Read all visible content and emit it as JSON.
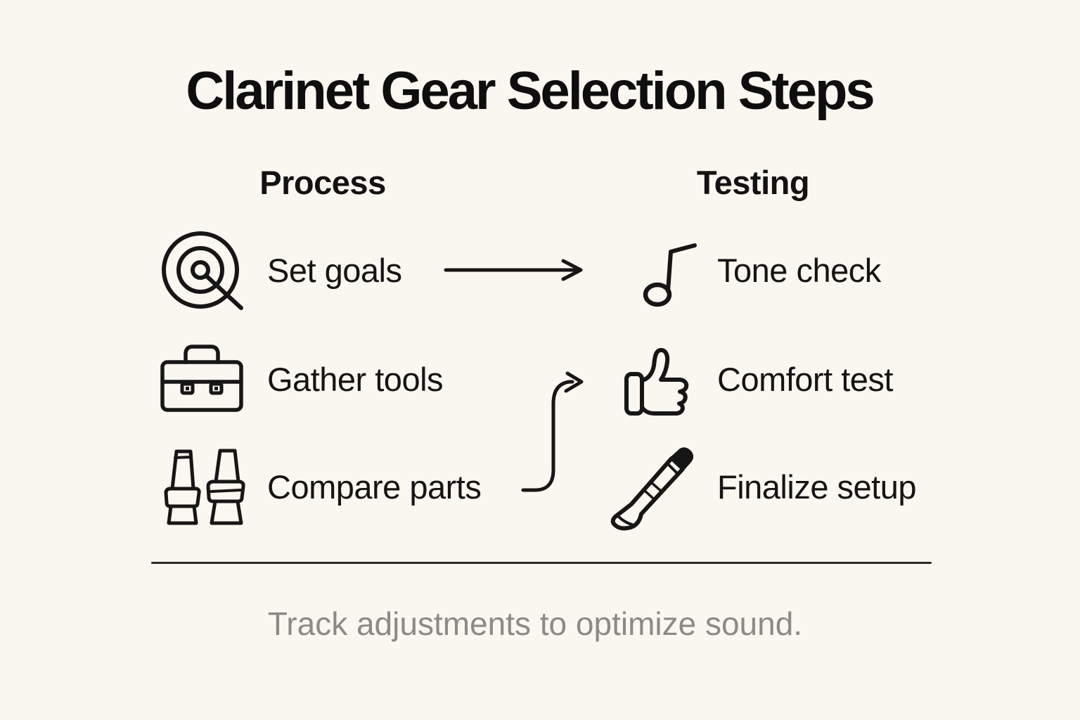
{
  "title": "Clarinet Gear Selection Steps",
  "process": {
    "header": "Process",
    "items": [
      {
        "icon": "target-icon",
        "label": "Set goals"
      },
      {
        "icon": "toolbox-icon",
        "label": "Gather tools"
      },
      {
        "icon": "clarinet-parts-icon",
        "label": "Compare parts"
      }
    ]
  },
  "testing": {
    "header": "Testing",
    "items": [
      {
        "icon": "music-note-icon",
        "label": "Tone check"
      },
      {
        "icon": "thumbs-up-icon",
        "label": "Comfort test"
      },
      {
        "icon": "clarinet-icon",
        "label": "Finalize setup"
      }
    ]
  },
  "connectors": [
    {
      "icon": "straight-arrow-icon",
      "from": "Set goals",
      "to": "Tone check"
    },
    {
      "icon": "curved-arrow-icon",
      "from": "Compare parts",
      "to": "Comfort test"
    }
  ],
  "footer": {
    "caption": "Track adjustments to optimize sound."
  },
  "colors": {
    "background": "#FAF7F0",
    "ink": "#161616",
    "caption_gray": "#8C8A86",
    "divider": "#2B2B2B"
  }
}
